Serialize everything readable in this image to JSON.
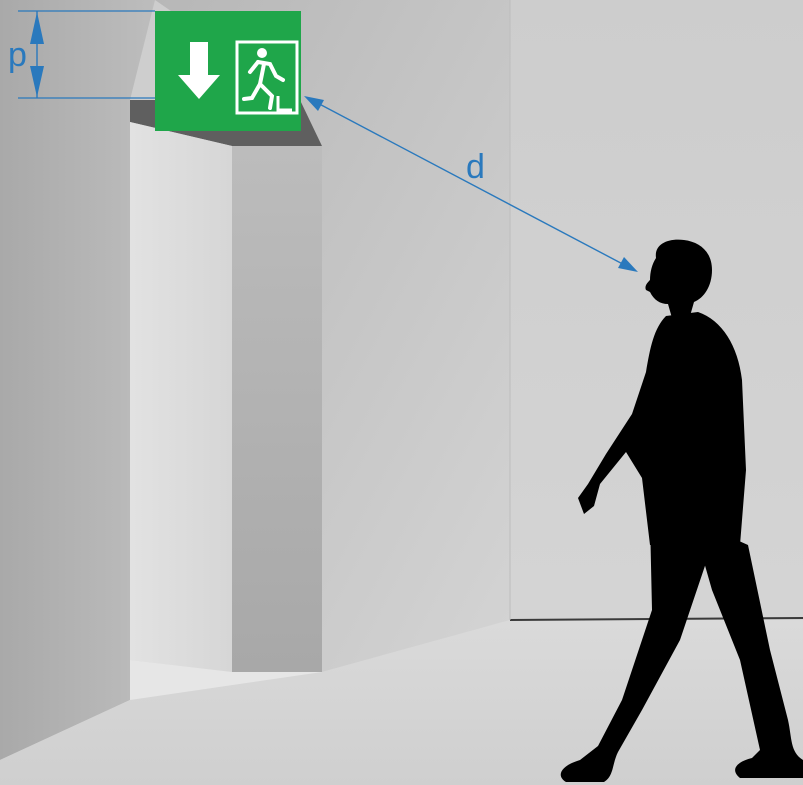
{
  "labels": {
    "height_label": "p",
    "distance_label": "d"
  },
  "icons": {
    "sign_arrow": "down-arrow-icon",
    "sign_figure": "running-man-icon",
    "person": "walking-person-silhouette"
  },
  "colors": {
    "sign_green": "#1fa64a",
    "dimension_blue": "#2a79bd",
    "silhouette": "#000000"
  }
}
